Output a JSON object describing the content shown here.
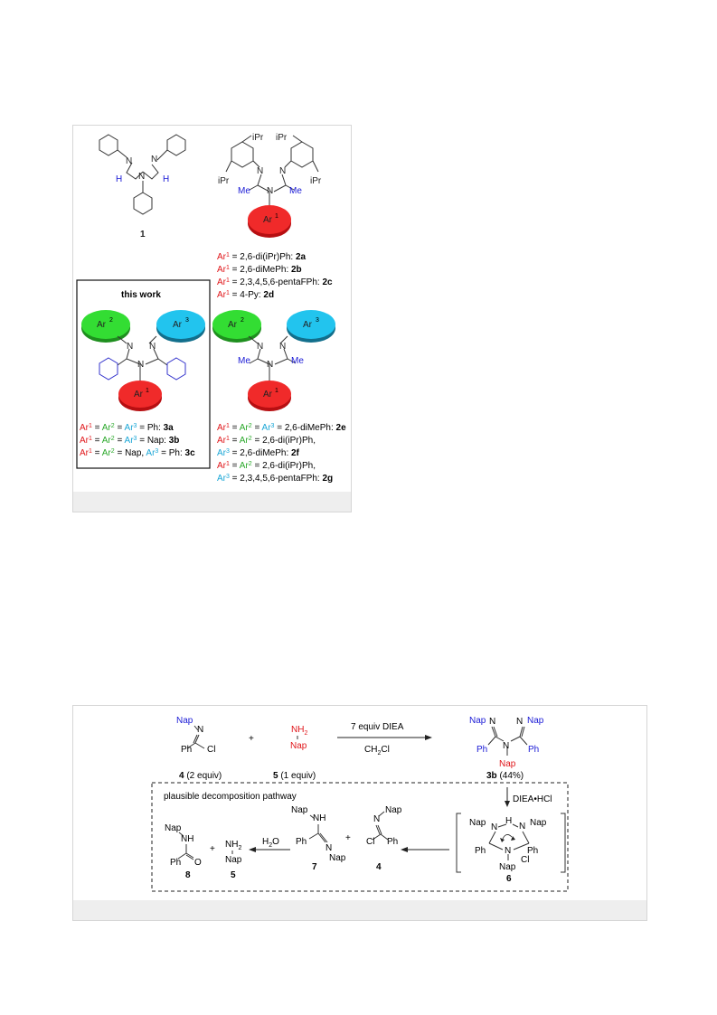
{
  "fig1": {
    "compound_1": "1",
    "ipr": "iPr",
    "ar1": "Ar",
    "ar2": "Ar",
    "ar3": "Ar",
    "sup1": "1",
    "sup2": "2",
    "sup3": "3",
    "me": "Me",
    "n": "N",
    "h": "H",
    "this_work": "this work",
    "legend_2": [
      {
        "t": " = 2,6-di(iPr)Ph: ",
        "b": "2a"
      },
      {
        "t": " = 2,6-diMePh: ",
        "b": "2b"
      },
      {
        "t": " = 2,3,4,5,6-pentaFPh: ",
        "b": "2c"
      },
      {
        "t": " = 4-Py: ",
        "b": "2d"
      }
    ],
    "legend_3": {
      "a_eq": " = ",
      "a_ph": " = Ph: ",
      "a_b": "3a",
      "b_nap": " = Nap: ",
      "b_b": "3b",
      "c_nap": " = Nap, ",
      "c_ph": " = Ph: ",
      "c_b": "3c"
    },
    "legend_2efg": {
      "e_tail": " = 2,6-diMePh: ",
      "e_b": "2e",
      "f1_tail": " = 2,6-di(iPr)Ph,",
      "f2_tail": " = 2,6-diMePh: ",
      "f_b": "2f",
      "g1_tail": " = 2,6-di(iPr)Ph,",
      "g2_tail": " = 2,3,4,5,6-pentaFPh: ",
      "g_b": "2g"
    }
  },
  "fig2": {
    "nap": "Nap",
    "n": "N",
    "nh": "NH",
    "nh2": "NH",
    "sub2": "2",
    "ph": "Ph",
    "cl": "Cl",
    "o": "O",
    "h": "H",
    "plus": "+",
    "reagent": "7 equiv DIEA",
    "solvent": "CH",
    "solvent_tail": "Cl",
    "water": "H",
    "water_tail": "O",
    "c4": "4",
    "c4_note": " (2 equiv)",
    "c5": "5",
    "c5_note": " (1 equiv)",
    "c3b": "3b",
    "c3b_note": " (44%)",
    "c6": "6",
    "c7": "7",
    "c8": "8",
    "byproduct": "DIEA•HCl",
    "pathway": "plausible decomposition pathway"
  }
}
